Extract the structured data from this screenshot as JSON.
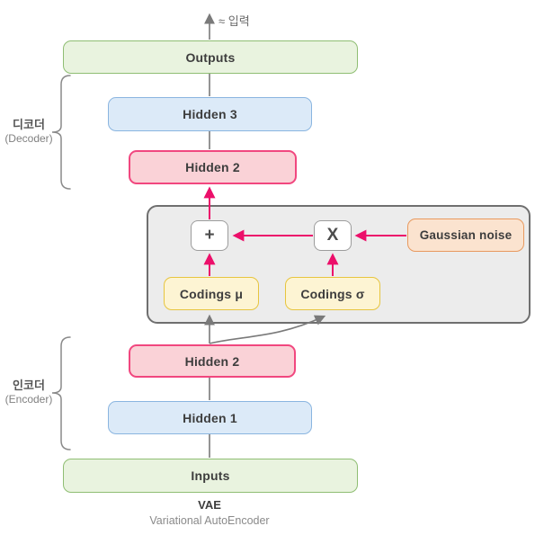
{
  "top_annotation": "≈ 입력",
  "boxes": {
    "outputs": "Outputs",
    "hidden3": "Hidden 3",
    "hidden2_decoder": "Hidden 2",
    "plus": "+",
    "multiply": "X",
    "gaussian_noise": "Gaussian noise",
    "codings_mu": "Codings μ",
    "codings_sigma": "Codings σ",
    "hidden2_encoder": "Hidden 2",
    "hidden1": "Hidden 1",
    "inputs": "Inputs"
  },
  "side_labels": {
    "decoder": {
      "ko": "디코더",
      "en": "(Decoder)"
    },
    "encoder": {
      "ko": "인코더",
      "en": "(Encoder)"
    }
  },
  "caption": {
    "title": "VAE",
    "subtitle": "Variational AutoEncoder"
  },
  "colors": {
    "green_fill": "#e9f3df",
    "green_border": "#8fbe73",
    "blue_fill": "#dceaf8",
    "blue_border": "#8ab5e0",
    "pink_fill": "#fad2d7",
    "pink_border": "#f1477f",
    "yellow_fill": "#fdf4d3",
    "yellow_border": "#e7c53f",
    "orange_fill": "#fbe3cf",
    "orange_border": "#e8995f",
    "panel_fill": "#ececec",
    "panel_border": "#6f6f6f",
    "operator_fill": "#ffffff",
    "operator_border": "#9c9c9c",
    "arrow_magenta": "#ec0f6a",
    "line_gray": "#7a7a7a"
  }
}
